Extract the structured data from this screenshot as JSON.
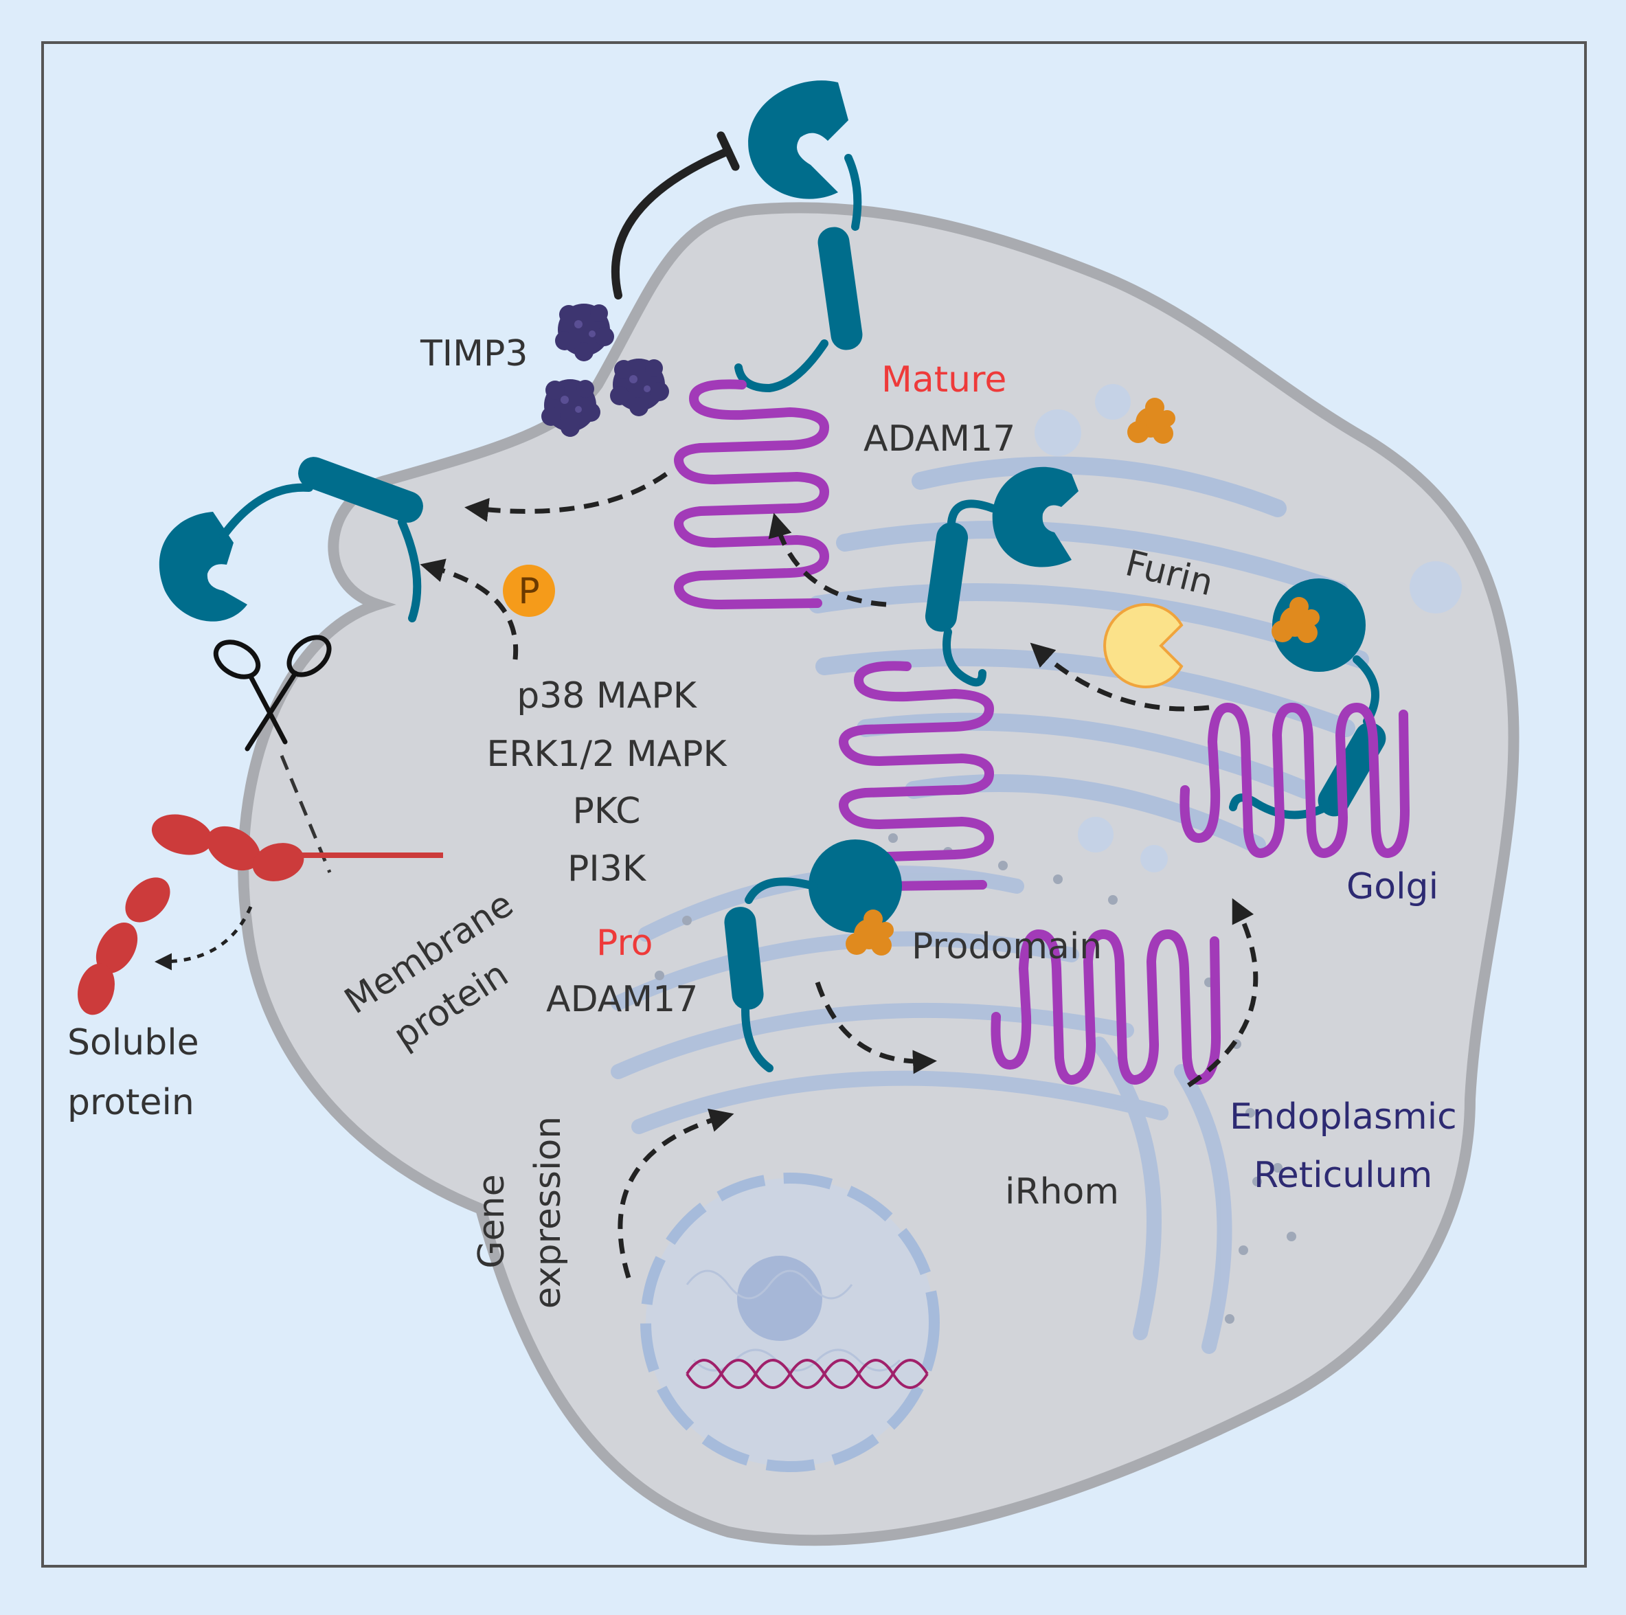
{
  "labels": {
    "timp3": "TIMP3",
    "mature": "Mature",
    "mature_adam17": "ADAM17",
    "furin": "Furin",
    "phospho": "P",
    "kinase_1": "p38 MAPK",
    "kinase_2": "ERK1/2 MAPK",
    "kinase_3": "PKC",
    "kinase_4": "PI3K",
    "golgi": "Golgi",
    "pro": "Pro",
    "pro_adam17": "ADAM17",
    "prodomain": "Prodomain",
    "membrane_1": "Membrane",
    "membrane_2": "protein",
    "soluble_1": "Soluble",
    "soluble_2": "protein",
    "er_1": "Endoplasmic",
    "er_2": "Reticulum",
    "irhom": "iRhom",
    "gene_1": "Gene",
    "gene_2": "expression"
  },
  "colors": {
    "background": "#ddecfa",
    "frame": "#555555",
    "cell": "#d2d4d9",
    "cell_edge": "#a9abb0",
    "adam17": "#006d8c",
    "irhom": "#a23ab8",
    "timp3": "#3d3570",
    "prodomain": "#e08a1e",
    "furin": "#fbe28a",
    "phospho": "#f59b1a",
    "substrate": "#cc3b3b",
    "organelle": "#aebfdc",
    "dna": "#a0206a",
    "label_red": "#ee3a3a",
    "label_navy": "#2d2a72"
  },
  "icons": [
    "scissors-icon",
    "inhibition-arrow-icon",
    "dashed-arrow-icon"
  ]
}
